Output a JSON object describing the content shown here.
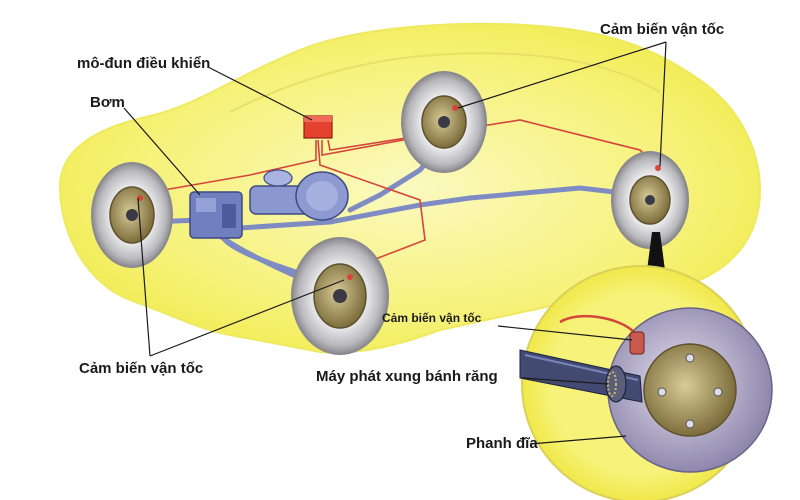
{
  "labels": {
    "control_module": "mô-đun điều khiển",
    "pump": "Bơm",
    "speed_sensor_top_right": "Cảm biến vận tốc",
    "speed_sensor_left": "Cảm biến vận tốc",
    "speed_sensor_detail": "Cảm biến vận tốc",
    "pulse_generator": "Máy phát xung bánh răng",
    "disc_brake": "Phanh đĩa"
  },
  "colors": {
    "car_body": "#f7f37a",
    "car_glow": "#fbf9b8",
    "brake_line": "#7f8cc4",
    "sensor_wire": "#d6453a",
    "control_module": "#e4412f",
    "tire": "#c9c9cc",
    "rotor": "#9f8f5d",
    "disc": "#b9b3cf"
  },
  "icons": [
    "car-outline",
    "wheel",
    "abs-control-module",
    "brake-master-cylinder",
    "hydraulic-pump",
    "speed-sensor",
    "tone-ring",
    "brake-disc"
  ]
}
